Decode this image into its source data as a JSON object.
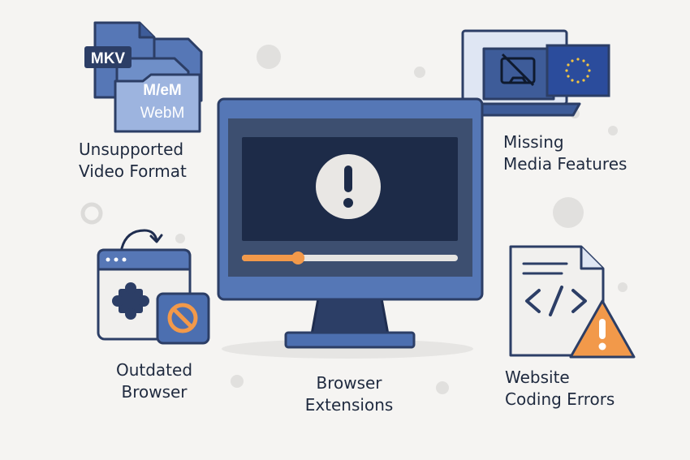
{
  "labels": {
    "unsupported": [
      "Unsupported",
      "Video Format"
    ],
    "missing": [
      "Missing",
      "Media Features"
    ],
    "outdated": [
      "Outdated",
      "Browser"
    ],
    "extensions": [
      "Browser",
      "Extensions"
    ],
    "coding": [
      "Website",
      "Coding Errors"
    ]
  },
  "file_badges": {
    "mkv": "MKV",
    "mlem": "M/eM",
    "webm": "WebM"
  },
  "video_progress": 0.26,
  "colors": {
    "navy": "#2c3e66",
    "blue": "#4c6fb0",
    "light_blue": "#8fa9d8",
    "orange": "#f2994a",
    "background": "#f5f4f2"
  },
  "icons": [
    "file-stack-icon",
    "laptop-icon",
    "eu-flag-icon",
    "monitor-icon",
    "warning-icon",
    "browser-window-icon",
    "puzzle-icon",
    "blocked-icon",
    "refresh-arrow-icon",
    "code-file-icon",
    "alert-triangle-icon"
  ]
}
